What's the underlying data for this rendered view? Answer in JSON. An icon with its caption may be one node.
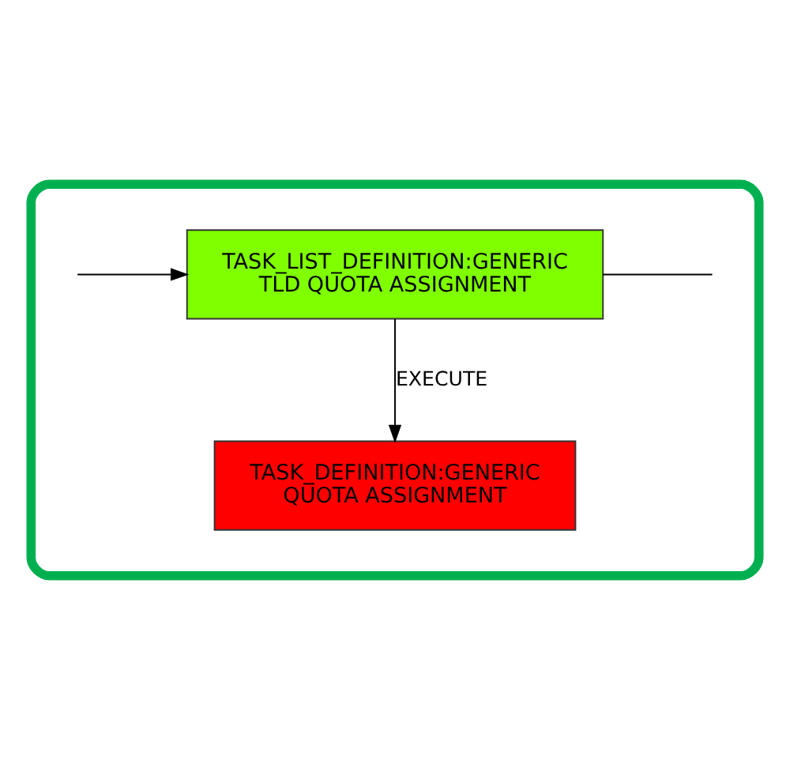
{
  "diagram": {
    "nodes": [
      {
        "text": [],
        "shape": "box"
      },
      {
        "text": [
          "TASK_LIST_DEFINITION:GENERIC",
          "TLD QUOTA ASSIGNMENT"
        ],
        "in": 0
      },
      {
        "text": [
          "TASK_DEFINITION:GENERIC",
          "QUOTA ASSIGNMENT"
        ],
        "in": 0
      }
    ],
    "edges": [
      {
        "from": 1,
        "to": null,
        "arrow": "none"
      },
      {
        "from": null,
        "to": 1,
        "arrow": "to"
      },
      {
        "from": 1,
        "to": 2,
        "arrow": "to",
        "label": "EXECUTE"
      }
    ]
  }
}
